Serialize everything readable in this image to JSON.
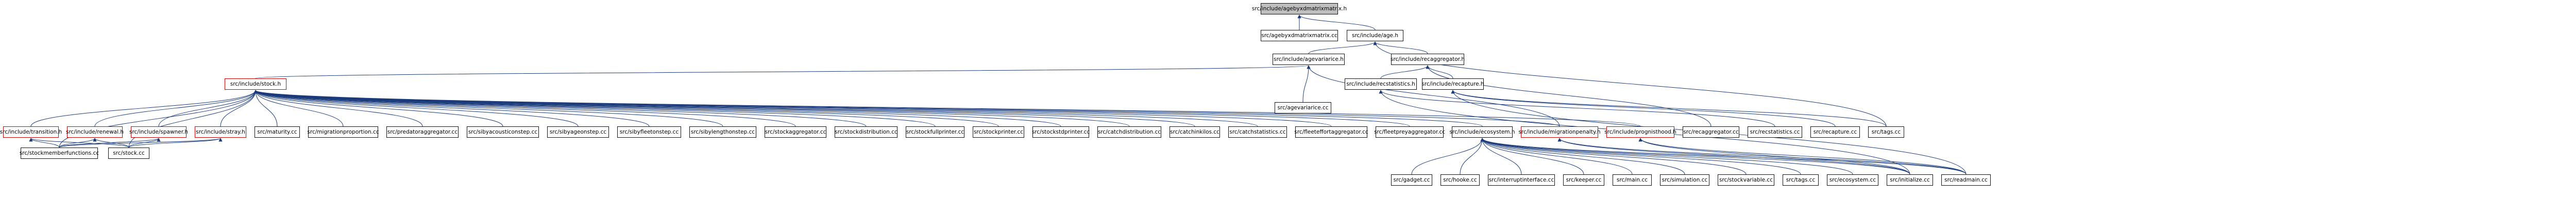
{
  "graph": {
    "root": {
      "label": "src/include/agebyxdmatrixmatrix.h",
      "color": "#bfbfbf"
    },
    "nodes": [
      {
        "id": "root",
        "label": "src/include/agebyxdmatrixmatrix.h"
      },
      {
        "id": "agemat",
        "label": "src/agebyxdmatrixmatrix.cc"
      },
      {
        "id": "age",
        "label": "src/include/age.h"
      },
      {
        "id": "agevar",
        "label": "src/include/agevariarice.h"
      },
      {
        "id": "recagg",
        "label": "src/include/recaggregator.h"
      },
      {
        "id": "stock",
        "label": "src/include/stock.h",
        "border": "red"
      },
      {
        "id": "agevarcc",
        "label": "src/agevariarice.cc"
      },
      {
        "id": "recstat",
        "label": "src/include/recstatistics.h"
      },
      {
        "id": "recapt",
        "label": "src/include/recapture.h"
      },
      {
        "id": "trans",
        "label": "src/include/transition.h",
        "border": "red"
      },
      {
        "id": "renew",
        "label": "src/include/renewal.h",
        "border": "red"
      },
      {
        "id": "spawner",
        "label": "src/include/spawner.h",
        "border": "red"
      },
      {
        "id": "stray",
        "label": "src/include/stray.h",
        "border": "red"
      },
      {
        "id": "mat",
        "label": "src/maturity.cc"
      },
      {
        "id": "migprop",
        "label": "src/migrationproportion.cc"
      },
      {
        "id": "predagg",
        "label": "src/predatoraggregator.cc"
      },
      {
        "id": "acous",
        "label": "src/sibyacousticonstep.cc"
      },
      {
        "id": "agesibs",
        "label": "src/sibyageonstep.cc"
      },
      {
        "id": "effort",
        "label": "src/sibyfleetonstep.cc"
      },
      {
        "id": "length",
        "label": "src/sibylengthonstep.cc"
      },
      {
        "id": "stockagg",
        "label": "src/stockaggregator.cc"
      },
      {
        "id": "stockdist",
        "label": "src/stockdistribution.cc"
      },
      {
        "id": "stockfull",
        "label": "src/stockfullprinter.cc"
      },
      {
        "id": "stockpr",
        "label": "src/stockprinter.cc"
      },
      {
        "id": "stockstd",
        "label": "src/stockstdprinter.cc"
      },
      {
        "id": "catchdist",
        "label": "src/catchdistribution.cc"
      },
      {
        "id": "catchlike",
        "label": "src/catchinkilos.cc"
      },
      {
        "id": "catchstat",
        "label": "src/catchstatistics.cc"
      },
      {
        "id": "fleeteff",
        "label": "src/fleeteffortaggregator.cc"
      },
      {
        "id": "fleetpr",
        "label": "src/fleetpreyaggregator.cc"
      },
      {
        "id": "ecosys",
        "label": "src/include/ecosystem.h"
      },
      {
        "id": "migpen",
        "label": "src/include/migrationpenalty.h",
        "border": "red"
      },
      {
        "id": "progn",
        "label": "src/include/prognisthood.h",
        "border": "red"
      },
      {
        "id": "recaggcc",
        "label": "src/recaggregator.cc"
      },
      {
        "id": "recstatcc",
        "label": "src/recstatistics.cc"
      },
      {
        "id": "recaptcc",
        "label": "src/recapture.cc"
      },
      {
        "id": "tagscc",
        "label": "src/tags.cc"
      },
      {
        "id": "smf",
        "label": "src/stockmemberfunctions.cc"
      },
      {
        "id": "stockcc",
        "label": "src/stock.cc"
      },
      {
        "id": "gadget",
        "label": "src/gadget.cc"
      },
      {
        "id": "hooke",
        "label": "src/hooke.cc"
      },
      {
        "id": "interrupt",
        "label": "src/interruptinterface.cc"
      },
      {
        "id": "keeper",
        "label": "src/keeper.cc"
      },
      {
        "id": "main",
        "label": "src/main.cc"
      },
      {
        "id": "simann",
        "label": "src/simulation.cc"
      },
      {
        "id": "stockvar",
        "label": "src/stockvariable.cc"
      },
      {
        "id": "tags2",
        "label": "src/tags.cc"
      },
      {
        "id": "ecocc",
        "label": "src/ecosystem.cc"
      },
      {
        "id": "init",
        "label": "src/initialize.cc"
      },
      {
        "id": "readmain",
        "label": "src/readmain.cc"
      }
    ],
    "edges": [
      [
        "agemat",
        "root"
      ],
      [
        "age",
        "root"
      ],
      [
        "agevar",
        "age"
      ],
      [
        "recagg",
        "age"
      ],
      [
        "tagscc",
        "age"
      ],
      [
        "stock",
        "agevar"
      ],
      [
        "agevarcc",
        "agevar"
      ],
      [
        "migpen",
        "agevar"
      ],
      [
        "recstat",
        "recagg"
      ],
      [
        "recapt",
        "recagg"
      ],
      [
        "recaggcc",
        "recagg"
      ],
      [
        "trans",
        "stock"
      ],
      [
        "renew",
        "stock"
      ],
      [
        "spawner",
        "stock"
      ],
      [
        "stray",
        "stock"
      ],
      [
        "mat",
        "stock"
      ],
      [
        "migprop",
        "stock"
      ],
      [
        "predagg",
        "stock"
      ],
      [
        "acous",
        "stock"
      ],
      [
        "agesibs",
        "stock"
      ],
      [
        "effort",
        "stock"
      ],
      [
        "length",
        "stock"
      ],
      [
        "stockagg",
        "stock"
      ],
      [
        "stockdist",
        "stock"
      ],
      [
        "stockfull",
        "stock"
      ],
      [
        "stockpr",
        "stock"
      ],
      [
        "stockstd",
        "stock"
      ],
      [
        "catchdist",
        "stock"
      ],
      [
        "catchlike",
        "stock"
      ],
      [
        "catchstat",
        "stock"
      ],
      [
        "fleeteff",
        "stock"
      ],
      [
        "fleetpr",
        "stock"
      ],
      [
        "ecosys",
        "stock"
      ],
      [
        "migpen",
        "stock"
      ],
      [
        "progn",
        "stock"
      ],
      [
        "smf",
        "stock"
      ],
      [
        "stockcc",
        "stock"
      ],
      [
        "recstatcc",
        "recstat"
      ],
      [
        "init",
        "recstat"
      ],
      [
        "recaptcc",
        "recapt"
      ],
      [
        "readmain",
        "recapt"
      ],
      [
        "tagscc",
        "recapt"
      ],
      [
        "smf",
        "trans"
      ],
      [
        "stockcc",
        "trans"
      ],
      [
        "smf",
        "renew"
      ],
      [
        "stockcc",
        "renew"
      ],
      [
        "smf",
        "spawner"
      ],
      [
        "stockcc",
        "spawner"
      ],
      [
        "smf",
        "stray"
      ],
      [
        "stockcc",
        "stray"
      ],
      [
        "gadget",
        "ecosys"
      ],
      [
        "hooke",
        "ecosys"
      ],
      [
        "interrupt",
        "ecosys"
      ],
      [
        "keeper",
        "ecosys"
      ],
      [
        "main",
        "ecosys"
      ],
      [
        "simann",
        "ecosys"
      ],
      [
        "stockvar",
        "ecosys"
      ],
      [
        "tags2",
        "ecosys"
      ],
      [
        "ecocc",
        "ecosys"
      ],
      [
        "init",
        "ecosys"
      ],
      [
        "readmain",
        "ecosys"
      ],
      [
        "init",
        "migpen"
      ],
      [
        "readmain",
        "migpen"
      ],
      [
        "init",
        "progn"
      ],
      [
        "readmain",
        "progn"
      ]
    ]
  }
}
